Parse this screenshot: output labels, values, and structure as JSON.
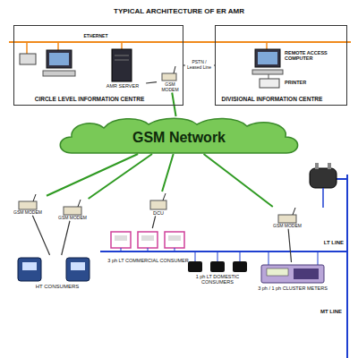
{
  "diagram": {
    "title": "TYPICAL ARCHITECTURE OF ER AMR",
    "nodes": [
      {
        "text": [
          "CIRCLE LEVEL INFORMATION CENTRE"
        ]
      },
      {
        "text": [
          "DIVISIONAL INFORMATION CENTRE"
        ]
      },
      {
        "text": [
          "AMR SERVER"
        ],
        "in": 0
      },
      {
        "text": [
          "GSM MODEM"
        ],
        "in": 0
      },
      {
        "text": [
          "GSM Network"
        ]
      },
      {
        "text": [
          "GSM MODEM"
        ]
      },
      {
        "text": [
          "GSM MODEM"
        ]
      },
      {
        "text": [
          "DCU"
        ]
      },
      {
        "text": [
          "GSM MODEM"
        ]
      },
      {
        "text": [
          "HT CONSUMERS"
        ]
      },
      {
        "text": [
          "3 ph LT COMMERCIAL CONSUMER"
        ]
      },
      {
        "text": [
          "1 ph LT DOMESTIC CONSUMERS"
        ]
      },
      {
        "text": [
          "3 ph / 1 ph CLUSTER METERS"
        ]
      }
    ],
    "edges": [
      {
        "from": 0,
        "to": 1,
        "arrow": "none",
        "label": "PSTN / Leased Line"
      },
      {
        "from": 2,
        "to": 3,
        "arrow": "none"
      },
      {
        "from": 4,
        "to": 3,
        "arrow": "none"
      },
      {
        "from": 4,
        "to": 5,
        "arrow": "none"
      },
      {
        "from": 4,
        "to": 6,
        "arrow": "none"
      },
      {
        "from": 4,
        "to": 7,
        "arrow": "none"
      },
      {
        "from": 4,
        "to": 8,
        "arrow": "none"
      },
      {
        "from": 5,
        "to": 9,
        "arrow": "none"
      },
      {
        "from": 6,
        "to": 9,
        "arrow": "none"
      },
      {
        "from": 7,
        "to": 10,
        "arrow": "none"
      },
      {
        "from": 8,
        "to": 12,
        "arrow": "none"
      }
    ],
    "labels": [
      "ETHERNET",
      "REMOTE ACCESS COMPUTER",
      "PRINTER",
      "LT LINE",
      "MT LINE"
    ]
  }
}
